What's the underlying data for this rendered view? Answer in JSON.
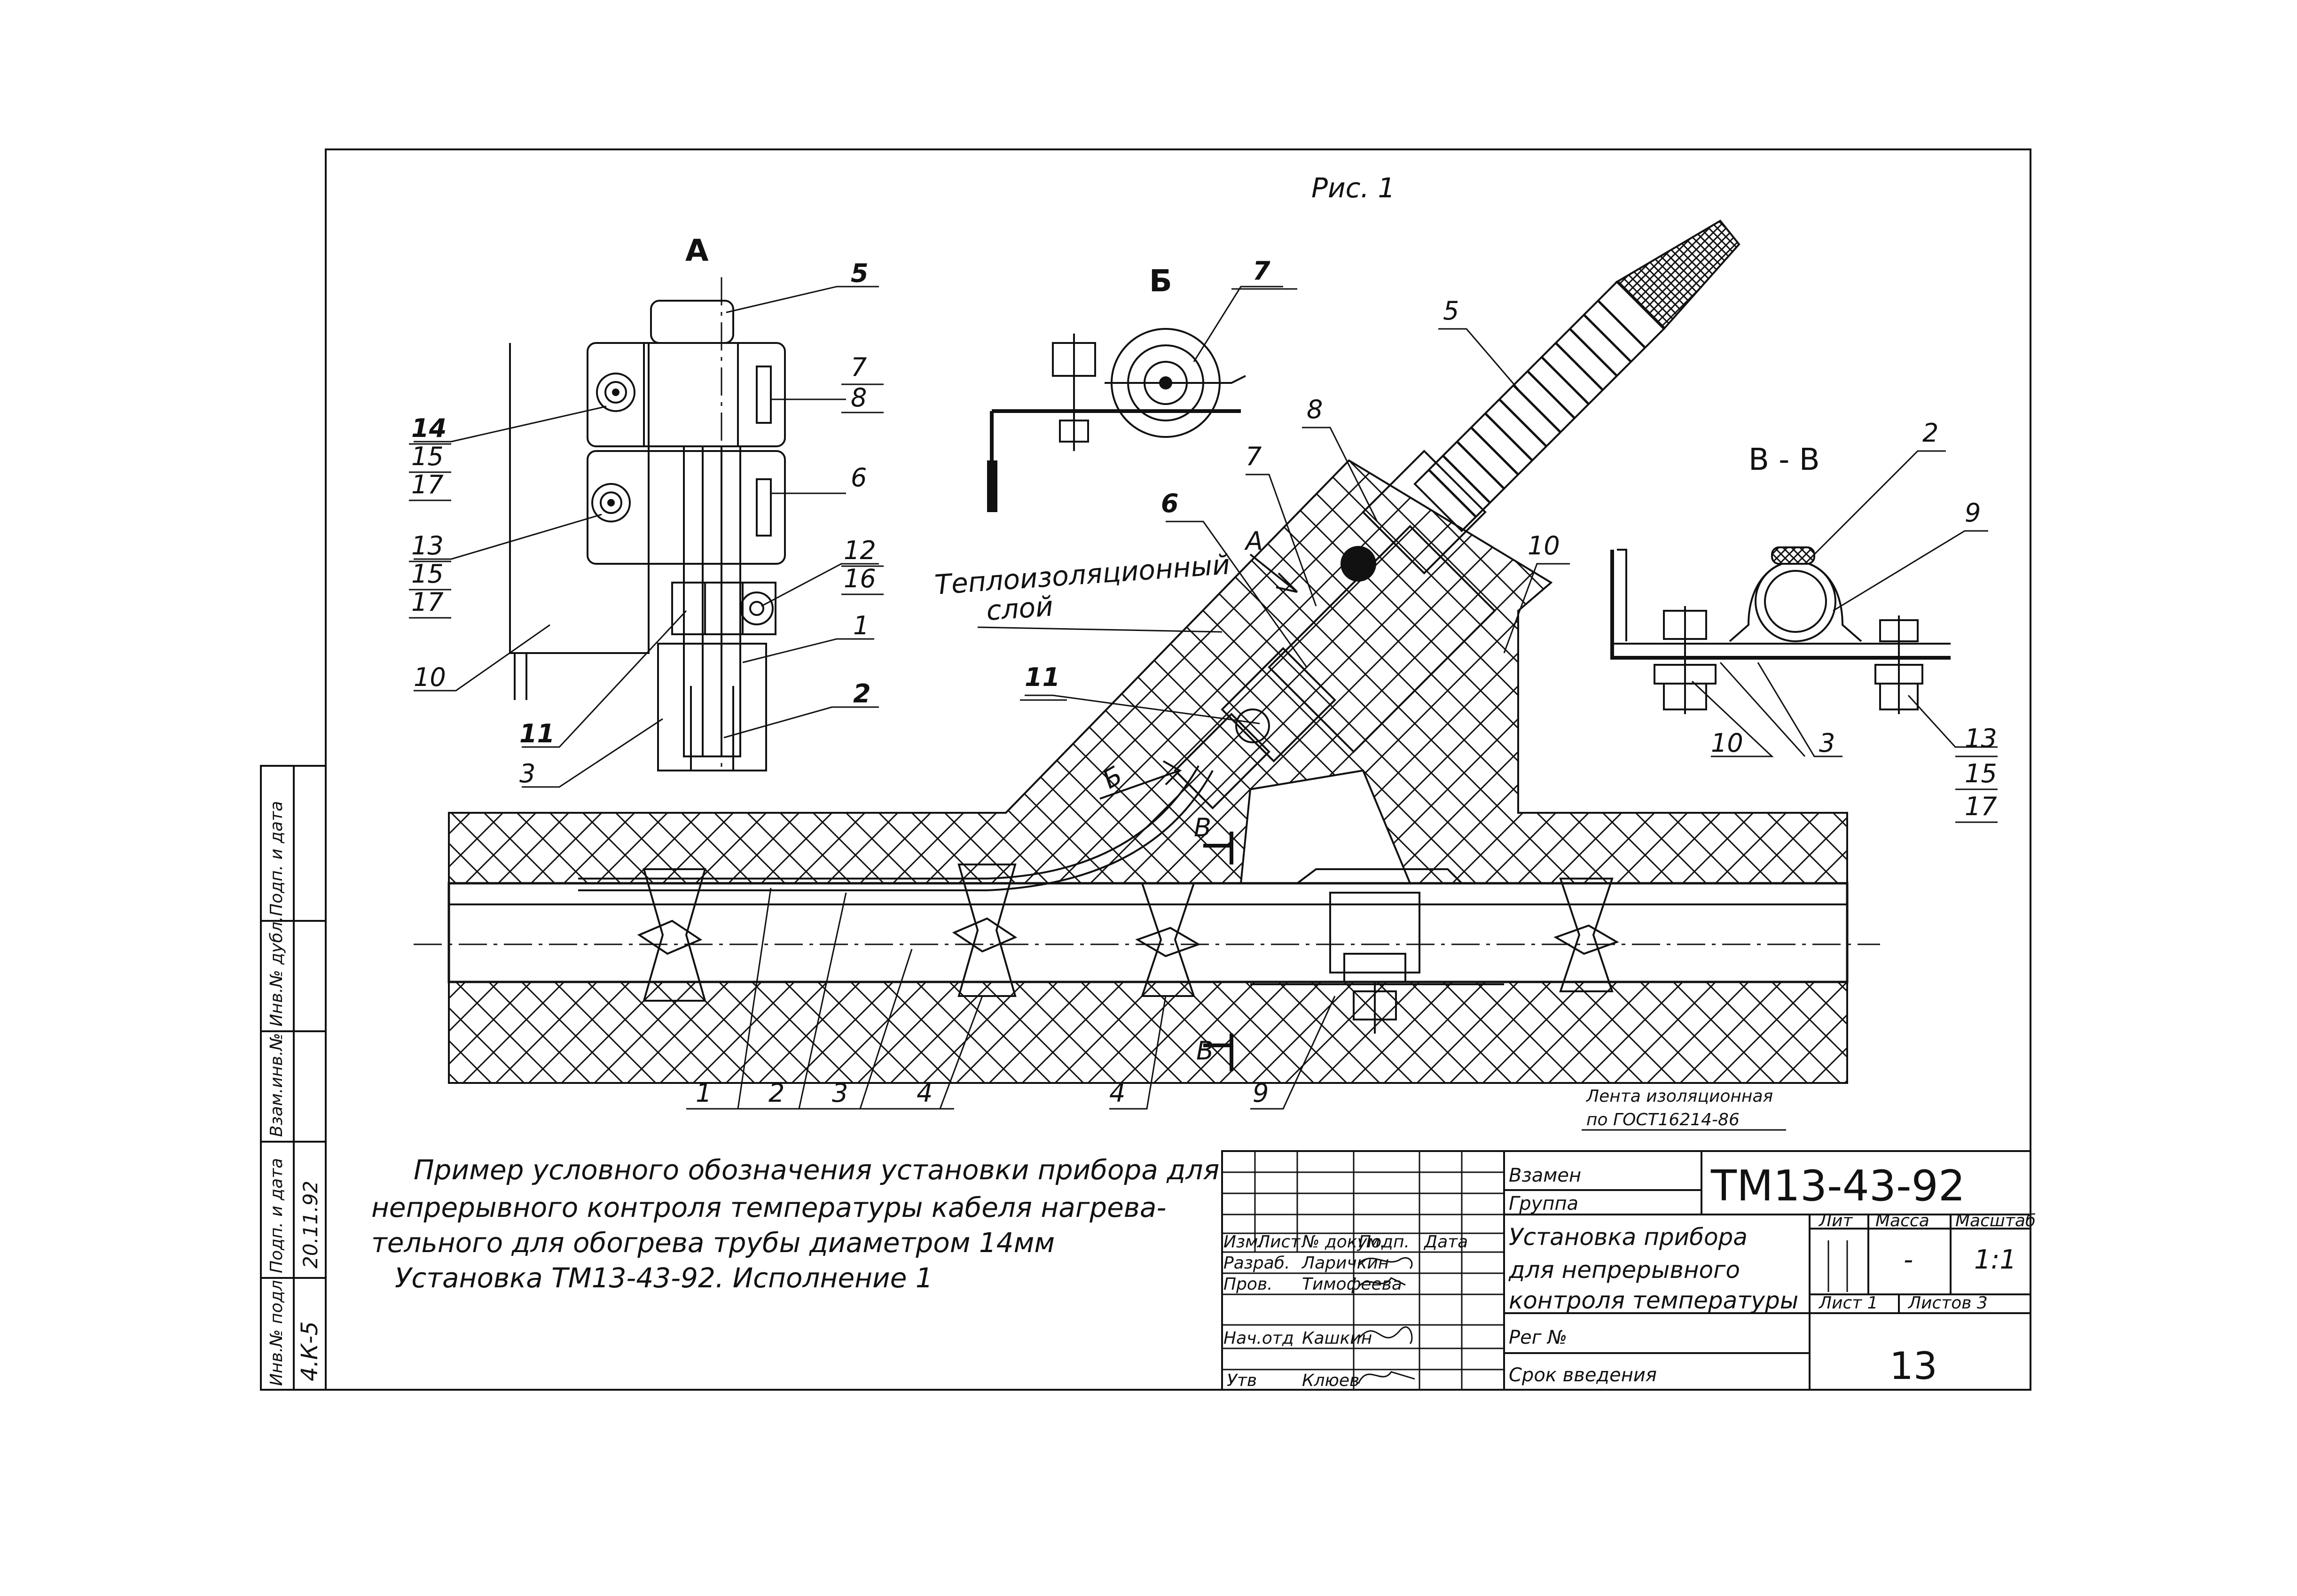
{
  "figure": {
    "title": "Рис. 1",
    "view_a": "А",
    "view_b": "Б",
    "section_vv": "В - В",
    "insulation_label_line1": "Теплоизоляционный",
    "insulation_label_line2": "слой",
    "tape_label_line1": "Лента изоляционная",
    "tape_label_line2": "по ГОСТ16214-86",
    "arrow_a": "А",
    "arrow_b": "Б",
    "arrow_v": "В"
  },
  "view_a_labels": {
    "n5": "5",
    "n7": "7",
    "n8": "8",
    "n6": "6",
    "n12": "12",
    "n16": "16",
    "n1": "1",
    "n2": "2",
    "n14": "14",
    "n15a": "15",
    "n17a": "17",
    "n13": "13",
    "n15b": "15",
    "n17b": "17",
    "n10": "10",
    "n11": "11",
    "n3": "3"
  },
  "view_b_labels": {
    "n7": "7"
  },
  "main_labels": {
    "n5": "5",
    "n8": "8",
    "n7": "7",
    "n6": "6",
    "n10": "10",
    "n11": "11",
    "n1": "1",
    "n2": "2",
    "n3": "3",
    "n4a": "4",
    "n4b": "4",
    "n9": "9"
  },
  "section_labels": {
    "n2": "2",
    "n9": "9",
    "n10": "10",
    "n3": "3",
    "n13": "13",
    "n15": "15",
    "n17": "17"
  },
  "caption": {
    "line1": "Пример условного обозначения установки прибора для",
    "line2": "непрерывного контроля температуры кабеля нагрева-",
    "line3": "тельного для обогрева трубы диаметром 14мм",
    "line4": "Установка ТМ13-43-92. Исполнение 1"
  },
  "title_block": {
    "vzamen": "Взамен",
    "gruppa": "Группа",
    "code": "ТМ13-43-92",
    "name_line1": "Установка прибора",
    "name_line2": "для непрерывного",
    "name_line3": "контроля температуры",
    "lit": "Лит",
    "massa": "Масса",
    "masshtab": "Масштаб",
    "massa_value": "-",
    "masshtab_value": "1:1",
    "list": "Лист 1",
    "listov": "Листов 3",
    "reg": "Рег №",
    "srok": "Срок введения",
    "sheet_number": "13",
    "hdr_izm": "Изм.",
    "hdr_list": "Лист",
    "hdr_ndok": "№ докум.",
    "hdr_podp": "Подп.",
    "hdr_data": "Дата",
    "razrab": "Разраб.",
    "razrab_name": "Ларичкин",
    "prov": "Пров.",
    "prov_name": "Тимофеева",
    "nach": "Нач.отд",
    "nach_name": "Кашкин",
    "utv": "Утв",
    "utv_name": "Клюев"
  },
  "side_stamp": {
    "f1": "Инв.№ подл.",
    "f2": "Подп. и дата",
    "f3": "Взам.инв.№",
    "f4": "Инв.№ дубл.",
    "f5": "Подп. и дата",
    "v1": "4.К-5",
    "v2": "20.11.92"
  }
}
